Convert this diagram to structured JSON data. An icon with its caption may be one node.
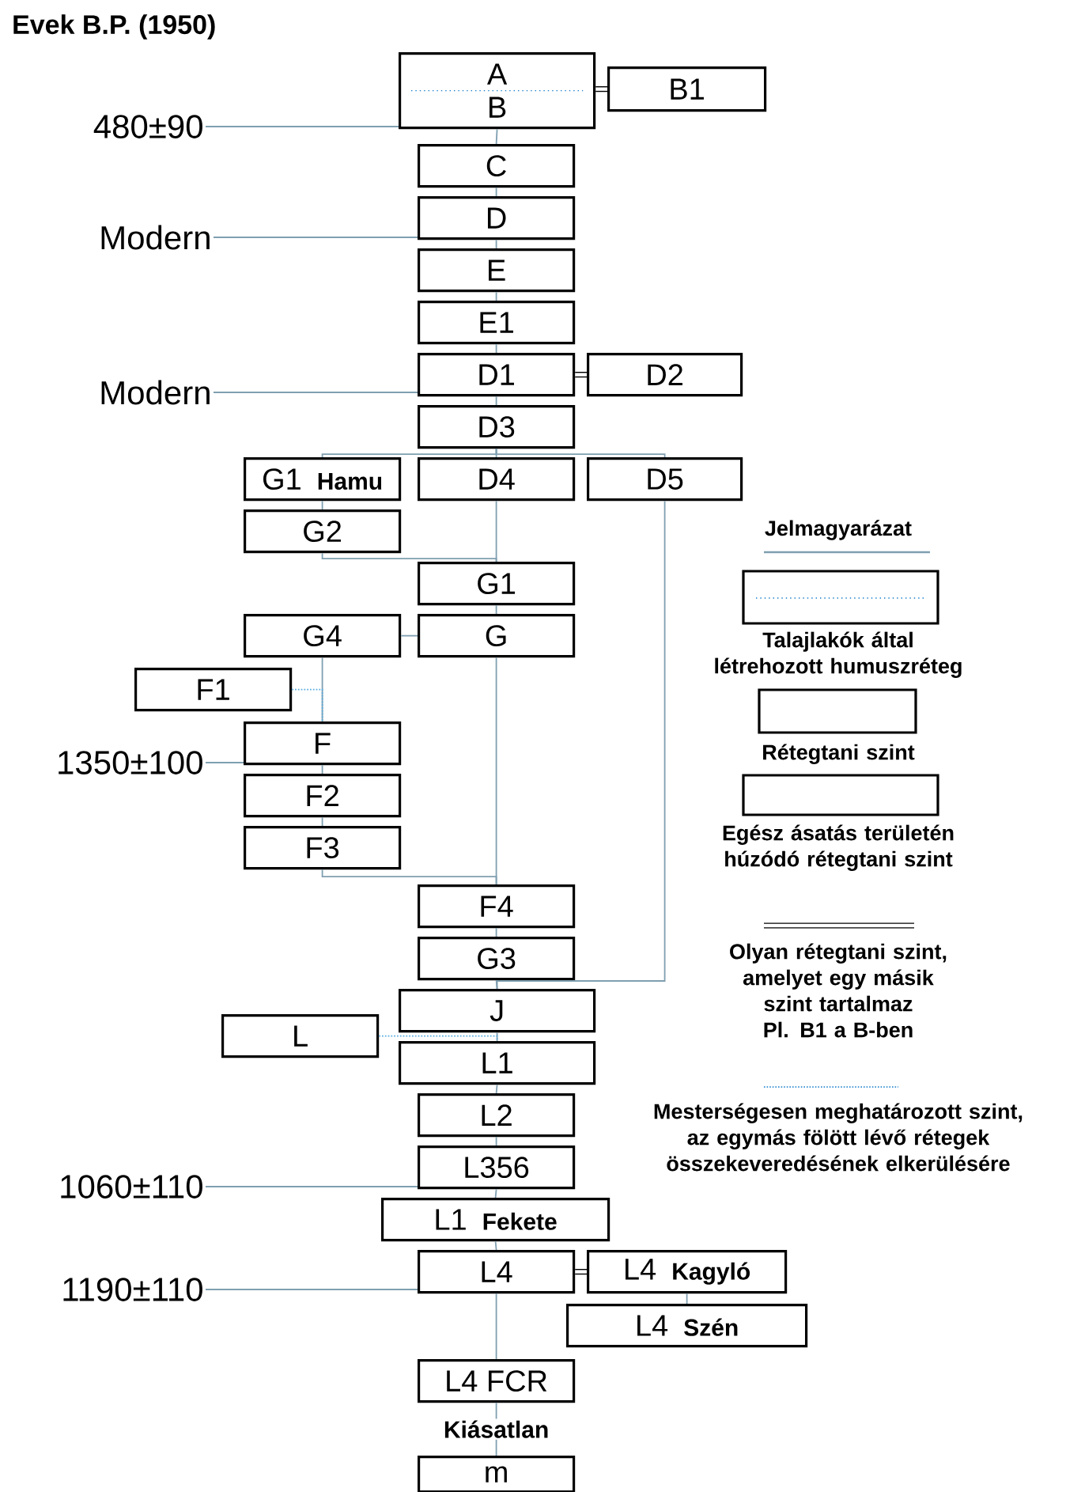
{
  "diagram": {
    "title": "Evek B.P. (1950)",
    "nodes": [
      {
        "text": [
          "A",
          "B"
        ]
      },
      {
        "text": [
          "B1"
        ]
      },
      {
        "text": [
          "C"
        ]
      },
      {
        "text": [
          "D"
        ]
      },
      {
        "text": [
          "E"
        ]
      },
      {
        "text": [
          "E1"
        ]
      },
      {
        "text": [
          "D1"
        ]
      },
      {
        "text": [
          "D2"
        ]
      },
      {
        "text": [
          "D3"
        ]
      },
      {
        "text": [
          "G1",
          "Hamu"
        ]
      },
      {
        "text": [
          "D4"
        ]
      },
      {
        "text": [
          "D5"
        ]
      },
      {
        "text": [
          "G2"
        ]
      },
      {
        "text": [
          "G1"
        ]
      },
      {
        "text": [
          "G4"
        ]
      },
      {
        "text": [
          "G"
        ]
      },
      {
        "text": [
          "F1"
        ]
      },
      {
        "text": [
          "F"
        ]
      },
      {
        "text": [
          "F2"
        ]
      },
      {
        "text": [
          "F3"
        ]
      },
      {
        "text": [
          "F4"
        ]
      },
      {
        "text": [
          "G3"
        ]
      },
      {
        "text": [
          "J"
        ]
      },
      {
        "text": [
          "L"
        ]
      },
      {
        "text": [
          "L1"
        ]
      },
      {
        "text": [
          "L2"
        ]
      },
      {
        "text": [
          "L356"
        ]
      },
      {
        "text": [
          "L1",
          "Fekete"
        ]
      },
      {
        "text": [
          "L4"
        ]
      },
      {
        "text": [
          "L4",
          "Kagyló"
        ]
      },
      {
        "text": [
          "L4",
          "Szén"
        ]
      },
      {
        "text": [
          "L4 FCR"
        ]
      },
      {
        "text": [
          "m"
        ]
      },
      {
        "text": [
          "480±90"
        ]
      },
      {
        "text": [
          "Modern"
        ]
      },
      {
        "text": [
          "Modern"
        ]
      },
      {
        "text": [
          "1350±100"
        ]
      },
      {
        "text": [
          "1060±110"
        ]
      },
      {
        "text": [
          "1190±110"
        ]
      }
    ],
    "edges": [
      {
        "from": 0,
        "to": 2,
        "arrow": "none"
      },
      {
        "from": 0,
        "to": 1,
        "arrow": "none",
        "style": "thick",
        "color": "#000000"
      },
      {
        "from": 2,
        "to": 3,
        "arrow": "none"
      },
      {
        "from": 3,
        "to": 4,
        "arrow": "none"
      },
      {
        "from": 4,
        "to": 5,
        "arrow": "none"
      },
      {
        "from": 5,
        "to": 6,
        "arrow": "none"
      },
      {
        "from": 6,
        "to": 7,
        "arrow": "none",
        "style": "thick",
        "color": "#000000"
      },
      {
        "from": 6,
        "to": 8,
        "arrow": "none"
      },
      {
        "from": 8,
        "to": 9,
        "arrow": "none"
      },
      {
        "from": 8,
        "to": 10,
        "arrow": "none"
      },
      {
        "from": 8,
        "to": 11,
        "arrow": "none"
      },
      {
        "from": 9,
        "to": 12,
        "arrow": "none"
      },
      {
        "from": 12,
        "to": 13,
        "arrow": "none"
      },
      {
        "from": 10,
        "to": 13,
        "arrow": "none"
      },
      {
        "from": 13,
        "to": 15,
        "arrow": "none"
      },
      {
        "from": 14,
        "to": 15,
        "arrow": "none"
      },
      {
        "from": 14,
        "to": 17,
        "arrow": "none"
      },
      {
        "from": 16,
        "to": 17,
        "arrow": "none",
        "style": "dashed",
        "color": "#5aaee0"
      },
      {
        "from": 17,
        "to": 18,
        "arrow": "none"
      },
      {
        "from": 18,
        "to": 19,
        "arrow": "none"
      },
      {
        "from": 19,
        "to": 20,
        "arrow": "none"
      },
      {
        "from": 15,
        "to": 20,
        "arrow": "none"
      },
      {
        "from": 20,
        "to": 21,
        "arrow": "none"
      },
      {
        "from": 11,
        "to": 22,
        "arrow": "none"
      },
      {
        "from": 21,
        "to": 22,
        "arrow": "none"
      },
      {
        "from": 22,
        "to": 24,
        "arrow": "none"
      },
      {
        "from": 23,
        "to": 24,
        "arrow": "none",
        "style": "dashed",
        "color": "#5aaee0"
      },
      {
        "from": 24,
        "to": 25,
        "arrow": "none"
      },
      {
        "from": 25,
        "to": 26,
        "arrow": "none"
      },
      {
        "from": 26,
        "to": 27,
        "arrow": "none"
      },
      {
        "from": 27,
        "to": 28,
        "arrow": "none"
      },
      {
        "from": 28,
        "to": 29,
        "arrow": "none",
        "style": "thick",
        "color": "#000000"
      },
      {
        "from": 29,
        "to": 30,
        "arrow": "none"
      },
      {
        "from": 28,
        "to": 31,
        "arrow": "none"
      },
      {
        "from": 31,
        "to": 32,
        "arrow": "none",
        "label": "Kiásatlan"
      },
      {
        "from": 33,
        "to": 0,
        "arrow": "none"
      },
      {
        "from": 34,
        "to": 3,
        "arrow": "none"
      },
      {
        "from": 35,
        "to": 6,
        "arrow": "none"
      },
      {
        "from": 36,
        "to": 17,
        "arrow": "none"
      },
      {
        "from": 37,
        "to": 26,
        "arrow": "none"
      },
      {
        "from": 38,
        "to": 28,
        "arrow": "none"
      }
    ],
    "labels": [
      "Jelmagyarázat"
    ],
    "legend": [
      {
        "text": "Talajlakók által létrehozott humuszréteg"
      },
      {
        "text": "Rétegtani szint"
      },
      {
        "text": "Egész ásatás területén húzódó rétegtani szint"
      },
      {
        "text": "Olyan rétegtani szint, amelyet egy másik szint tartalmaz Pl. B1 a B-ben"
      },
      {
        "text": "Mesterségesen meghatározott szint, az egymás fölött lévő rétegek összekeveredésének elkerülésére"
      }
    ]
  }
}
